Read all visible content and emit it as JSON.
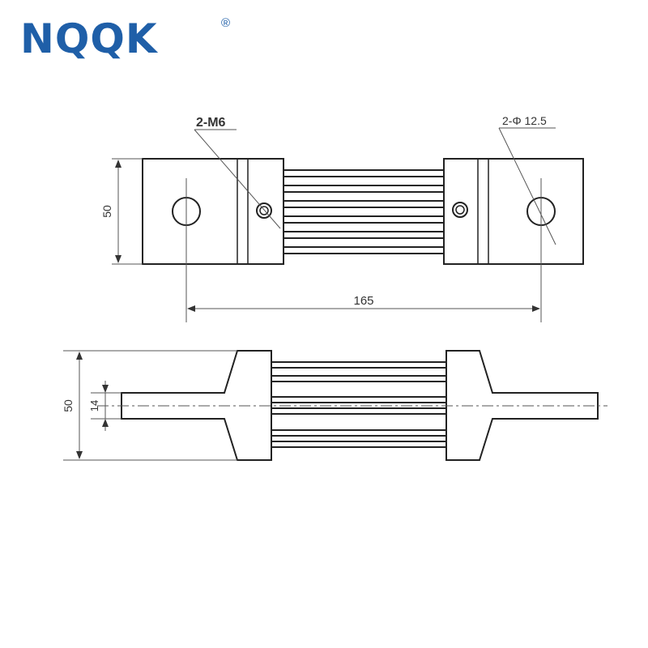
{
  "brand": {
    "name": "NQQK",
    "registered_mark": "®",
    "color": "#1f5fa8"
  },
  "top_view": {
    "thread_label": "2-M6",
    "hole_label": "2-Φ 12.5",
    "height_dim": "50",
    "length_dim": "165"
  },
  "side_view": {
    "height_dim": "50",
    "terminal_dim": "14"
  },
  "colors": {
    "line": "#222222",
    "dim_line": "#555555"
  }
}
